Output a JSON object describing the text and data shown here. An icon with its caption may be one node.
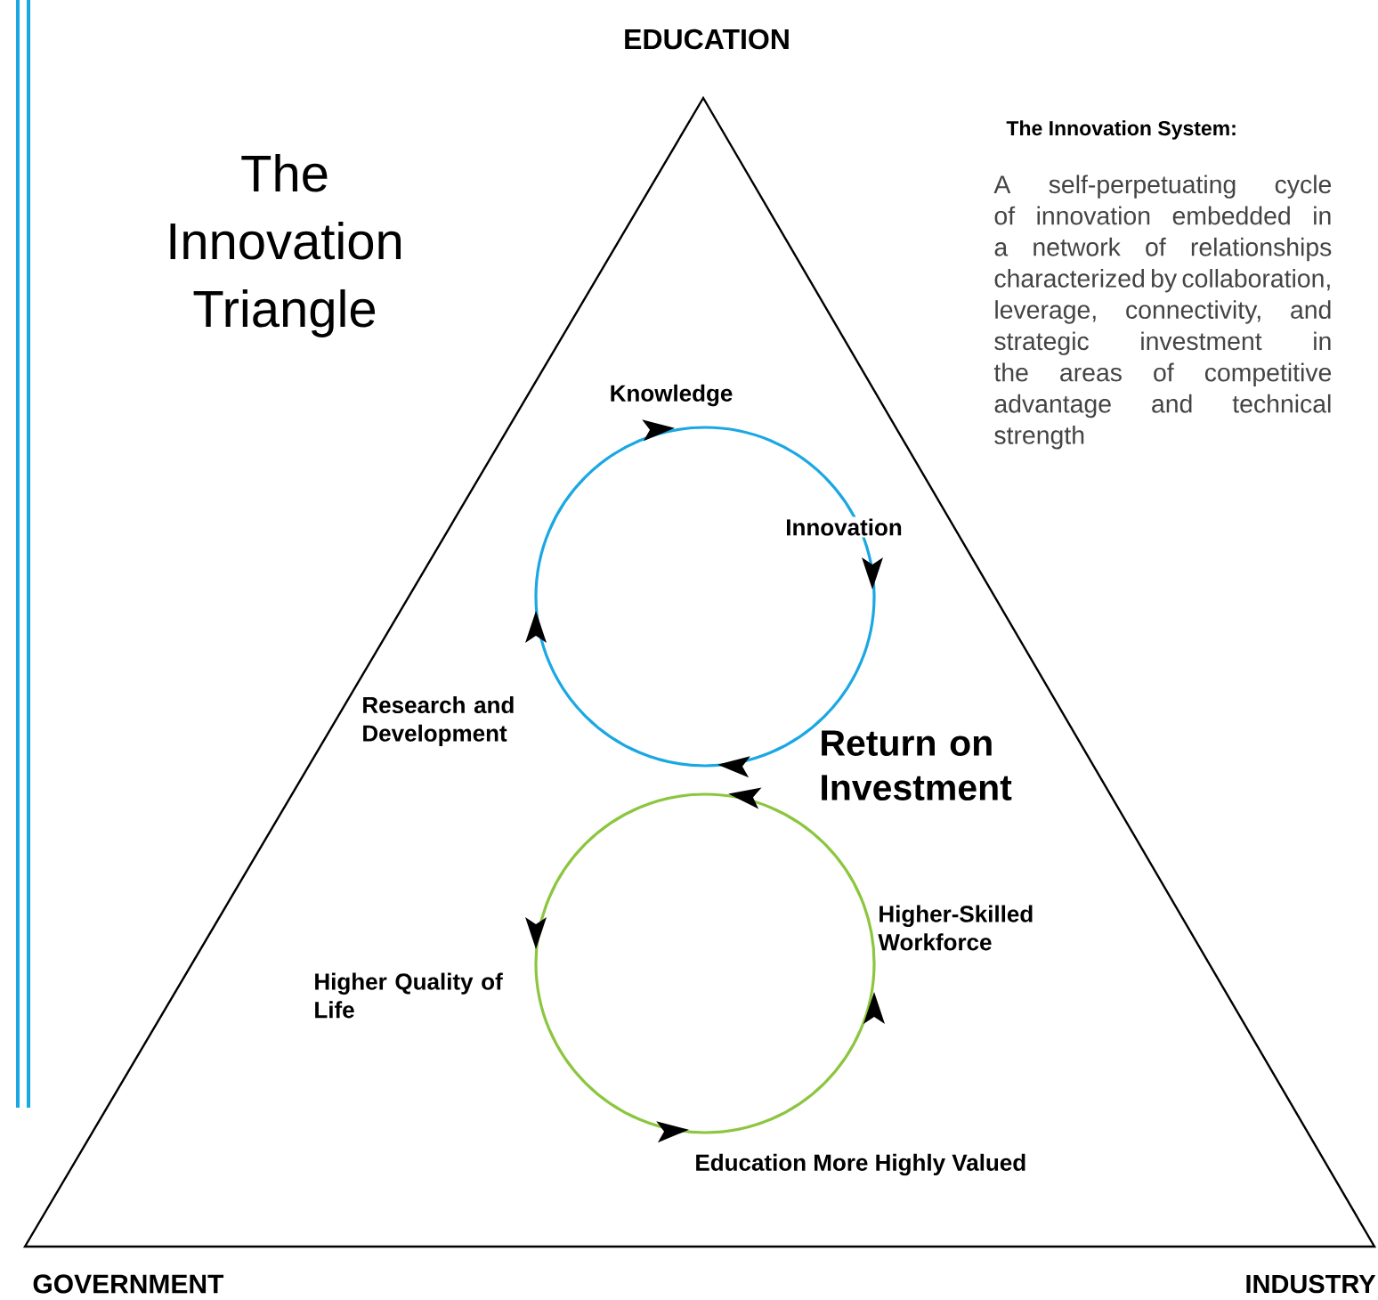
{
  "diagram": {
    "title": "The Innovation Triangle",
    "labels": [
      "EDUCATION",
      "The Innovation System:",
      "A self-perpetuating cycle of innovation embedded in a network of relationships characterized by collaboration, leverage, connectivity, and strategic investment in the areas of competitive advantage and technical strength",
      "Knowledge",
      "Innovation",
      "Research and Development",
      "Return on Investment",
      "Higher-Skilled Workforce",
      "Higher Quality of Life",
      "Education More Highly Valued",
      "GOVERNMENT",
      "INDUSTRY"
    ]
  }
}
